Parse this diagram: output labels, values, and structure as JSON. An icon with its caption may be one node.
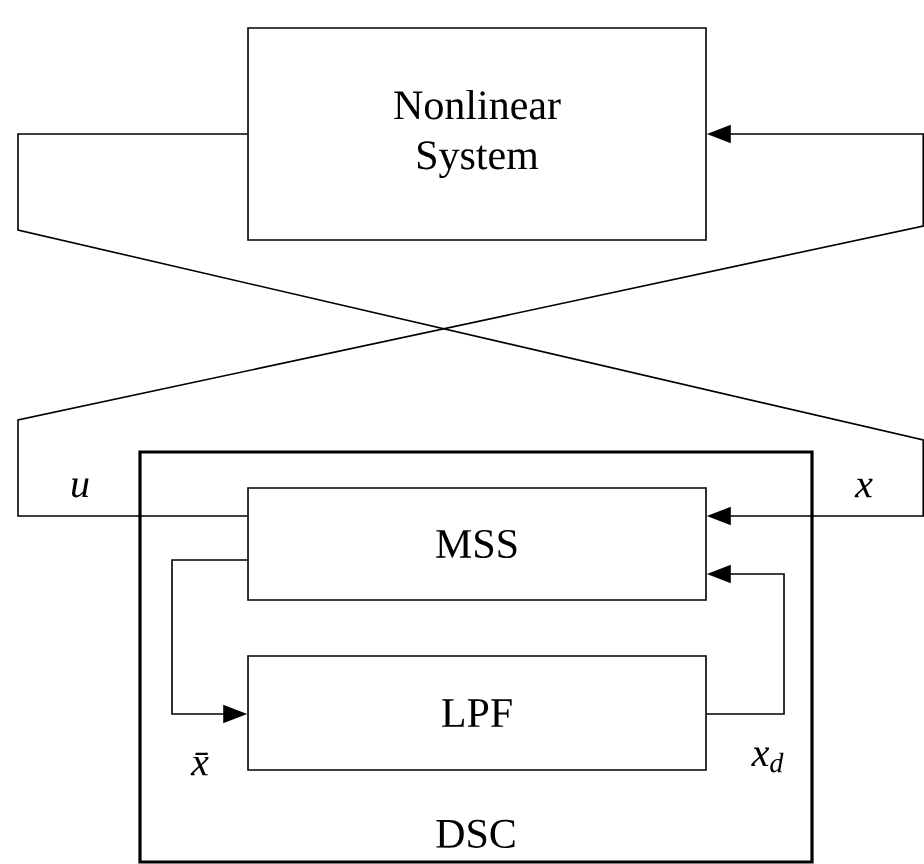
{
  "diagram": {
    "nodes": [
      {
        "text": [
          "Nonlinear System"
        ]
      },
      {
        "text": [
          "DSC"
        ]
      },
      {
        "text": [
          "MSS"
        ],
        "in": 1
      },
      {
        "text": [
          "LPF"
        ],
        "in": 1
      }
    ],
    "edges": [
      {
        "from": 0,
        "to": 2,
        "arrow": "to",
        "label": "x"
      },
      {
        "from": 2,
        "to": 0,
        "arrow": "to",
        "label": "u"
      },
      {
        "from": 2,
        "to": 3,
        "arrow": "to",
        "label": "x̄"
      },
      {
        "from": 3,
        "to": 2,
        "arrow": "to",
        "label": "x$_{d}$"
      }
    ]
  }
}
